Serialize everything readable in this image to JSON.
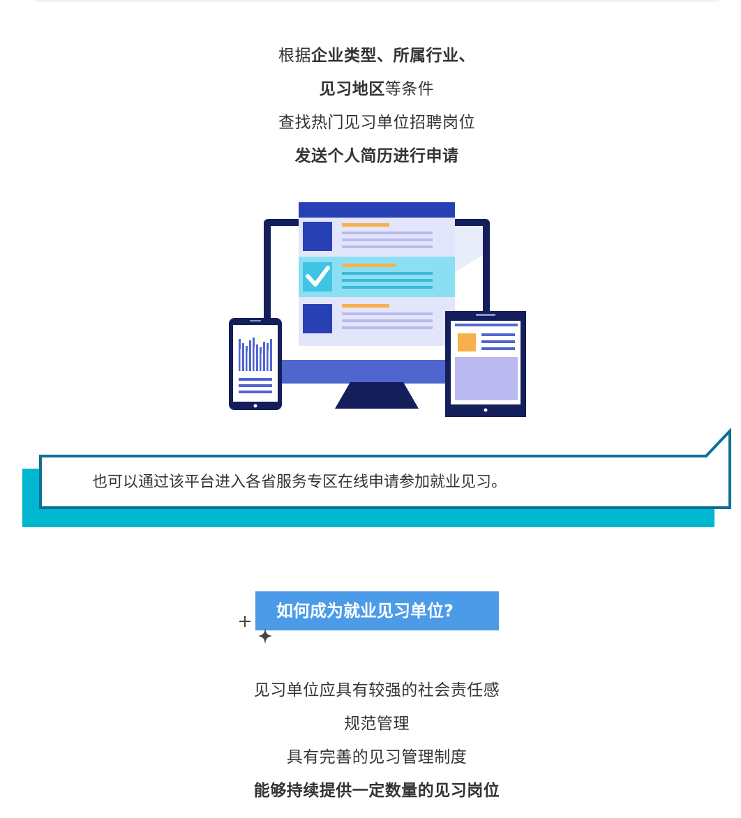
{
  "intro": {
    "line1_prefix": "根据",
    "line1_bold": "企业类型、所属行业、",
    "line2_bold": "见习地区",
    "line2_suffix": "等条件",
    "line3": "查找热门见习单位招聘岗位",
    "line4_bold": "发送个人简历进行申请"
  },
  "illustration": {
    "icon": "devices-job-listing-illustration",
    "checkmark_icon": "check-icon"
  },
  "callout": {
    "text": "也可以通过该平台进入各省服务专区在线申请参加就业见习。"
  },
  "section": {
    "title": "如何成为就业见习单位?"
  },
  "requirements": {
    "line1": "见习单位应具有较强的社会责任感",
    "line2": "规范管理",
    "line3": "具有完善的见习管理制度",
    "line4_bold": "能够持续提供一定数量的见习岗位"
  },
  "colors": {
    "accent_blue": "#4b9be8",
    "teal": "#00b7cf",
    "navy": "#0e6f97",
    "dark_navy": "#141e5a",
    "indigo": "#2741b5",
    "orange": "#f7b04b",
    "lavender": "#babaf0"
  }
}
